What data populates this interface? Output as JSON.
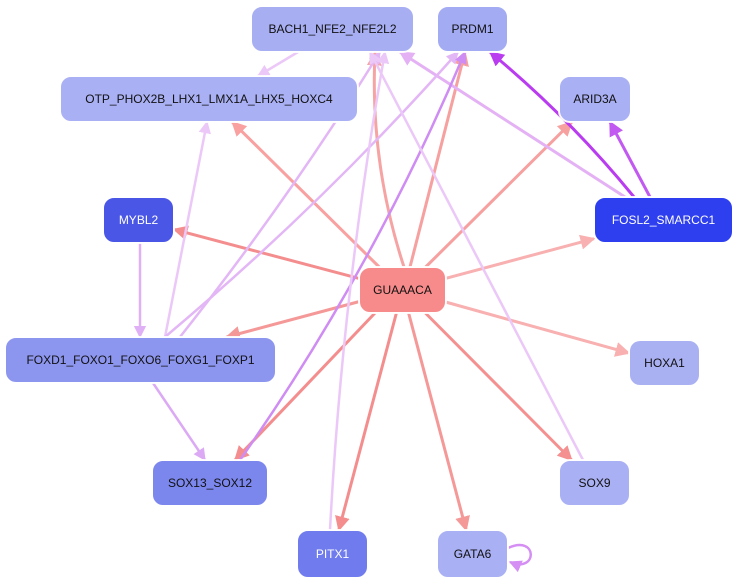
{
  "diagram": {
    "type": "network",
    "center_node": "GUAAACA",
    "nodes": [
      {
        "id": "BACH1_NFE2_NFE2L2",
        "label": "BACH1_NFE2_NFE2L2",
        "fill": "#a7aef2",
        "text": "#111111"
      },
      {
        "id": "PRDM1",
        "label": "PRDM1",
        "fill": "#a3abf2",
        "text": "#111111"
      },
      {
        "id": "OTP",
        "label": "OTP_PHOX2B_LHX1_LMX1A_LHX5_HOXC4",
        "fill": "#a9b0f3",
        "text": "#111111"
      },
      {
        "id": "ARID3A",
        "label": "ARID3A",
        "fill": "#a9b0f3",
        "text": "#111111"
      },
      {
        "id": "MYBL2",
        "label": "MYBL2",
        "fill": "#4a56e6",
        "text": "#ffffff"
      },
      {
        "id": "GUAAACA",
        "label": "GUAAACA",
        "fill": "#f78a8a",
        "text": "#111111"
      },
      {
        "id": "FOSL2_SMARCC1",
        "label": "FOSL2_SMARCC1",
        "fill": "#2e3ff0",
        "text": "#ffffff"
      },
      {
        "id": "FOXD1",
        "label": "FOXD1_FOXO1_FOXO6_FOXG1_FOXP1",
        "fill": "#8d96ef",
        "text": "#111111"
      },
      {
        "id": "HOXA1",
        "label": "HOXA1",
        "fill": "#aab1f3",
        "text": "#111111"
      },
      {
        "id": "SOX13_SOX12",
        "label": "SOX13_SOX12",
        "fill": "#7c87ee",
        "text": "#111111"
      },
      {
        "id": "SOX9",
        "label": "SOX9",
        "fill": "#a9b0f3",
        "text": "#111111"
      },
      {
        "id": "PITX1",
        "label": "PITX1",
        "fill": "#707cee",
        "text": "#ffffff"
      },
      {
        "id": "GATA6",
        "label": "GATA6",
        "fill": "#a9b0f3",
        "text": "#111111"
      }
    ],
    "edges": [
      {
        "from": "GUAAACA",
        "to": "OTP",
        "color": "#f9a0a0"
      },
      {
        "from": "GUAAACA",
        "to": "BACH1_NFE2_NFE2L2",
        "color": "#f6a3a3"
      },
      {
        "from": "GUAAACA",
        "to": "PRDM1",
        "color": "#f6a0a0"
      },
      {
        "from": "GUAAACA",
        "to": "ARID3A",
        "color": "#f6a0a0"
      },
      {
        "from": "GUAAACA",
        "to": "MYBL2",
        "color": "#f48e8e"
      },
      {
        "from": "GUAAACA",
        "to": "FOSL2_SMARCC1",
        "color": "#f8b0b0"
      },
      {
        "from": "GUAAACA",
        "to": "FOXD1",
        "color": "#f59898"
      },
      {
        "from": "GUAAACA",
        "to": "HOXA1",
        "color": "#f8b0b0"
      },
      {
        "from": "GUAAACA",
        "to": "SOX13_SOX12",
        "color": "#f48e8e"
      },
      {
        "from": "GUAAACA",
        "to": "SOX9",
        "color": "#f59090"
      },
      {
        "from": "GUAAACA",
        "to": "PITX1",
        "color": "#f48e8e"
      },
      {
        "from": "GUAAACA",
        "to": "GATA6",
        "color": "#f59898"
      },
      {
        "from": "FOSL2_SMARCC1",
        "to": "PRDM1",
        "color": "#b93cf0"
      },
      {
        "from": "FOSL2_SMARCC1",
        "to": "ARID3A",
        "color": "#c25af2"
      },
      {
        "from": "FOSL2_SMARCC1",
        "to": "BACH1_NFE2_NFE2L2",
        "color": "#e4b2f4"
      },
      {
        "from": "MYBL2",
        "to": "FOXD1",
        "color": "#e0b0f6"
      },
      {
        "from": "FOXD1",
        "to": "OTP",
        "color": "#ebc8f8"
      },
      {
        "from": "FOXD1",
        "to": "PRDM1",
        "color": "#e3b6f6"
      },
      {
        "from": "FOXD1",
        "to": "BACH1_NFE2_NFE2L2",
        "color": "#e3b6f6"
      },
      {
        "from": "FOXD1",
        "to": "SOX13_SOX12",
        "color": "#dcaaf5"
      },
      {
        "from": "SOX13_SOX12",
        "to": "PRDM1",
        "color": "#cf8cf3"
      },
      {
        "from": "PITX1",
        "to": "BACH1_NFE2_NFE2L2",
        "color": "#ebc8f8"
      },
      {
        "from": "SOX9",
        "to": "BACH1_NFE2_NFE2L2",
        "color": "#ebc8f8"
      },
      {
        "from": "BACH1_NFE2_NFE2L2",
        "to": "OTP",
        "color": "#ebc8f8"
      },
      {
        "from": "GATA6",
        "to": "GATA6",
        "color": "#d48ef4"
      }
    ]
  }
}
